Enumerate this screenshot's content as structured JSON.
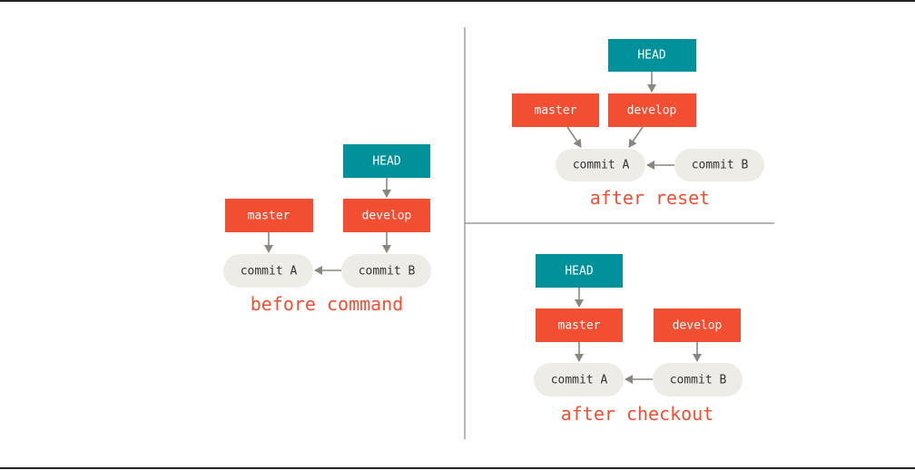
{
  "colors": {
    "branch": "#f14e32",
    "head": "#00919b",
    "commit": "#edece6",
    "arrow": "#8b8680",
    "caption": "#f14e32"
  },
  "before": {
    "head": "HEAD",
    "master": "master",
    "develop": "develop",
    "commit_a": "commit A",
    "commit_b": "commit B",
    "caption": "before command"
  },
  "reset": {
    "head": "HEAD",
    "master": "master",
    "develop": "develop",
    "commit_a": "commit A",
    "commit_b": "commit B",
    "caption": "after reset"
  },
  "checkout": {
    "head": "HEAD",
    "master": "master",
    "develop": "develop",
    "commit_a": "commit A",
    "commit_b": "commit B",
    "caption": "after checkout"
  }
}
